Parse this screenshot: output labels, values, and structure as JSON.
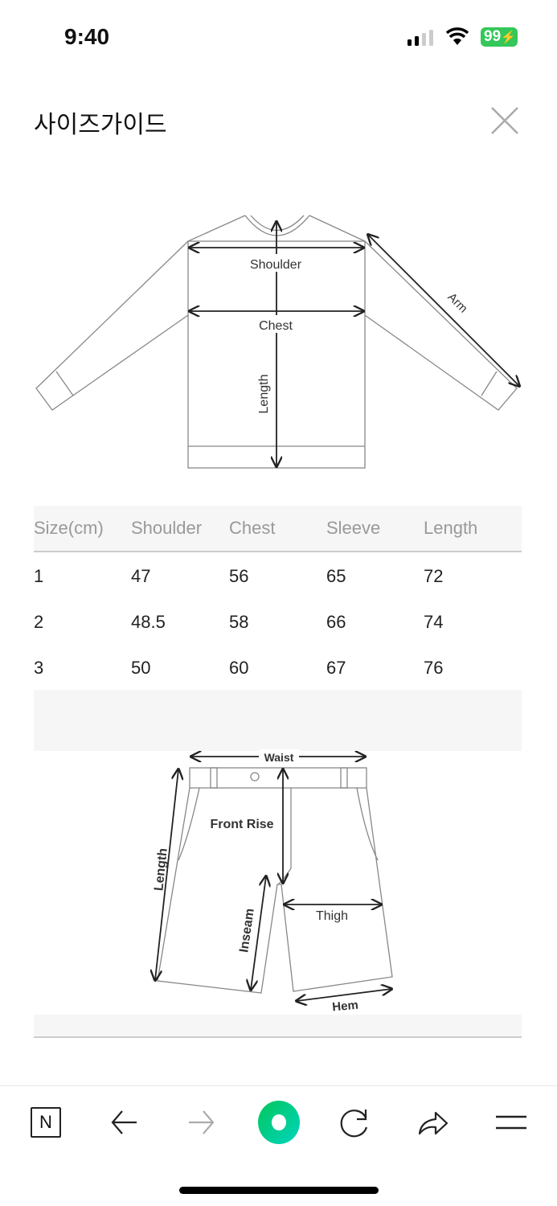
{
  "status_bar": {
    "time": "9:40",
    "battery": "99"
  },
  "header": {
    "title": "사이즈가이드"
  },
  "top_diagram": {
    "labels": {
      "shoulder": "Shoulder",
      "chest": "Chest",
      "length": "Length",
      "arm": "Arm"
    }
  },
  "size_table": {
    "columns": [
      "Size(cm)",
      "Shoulder",
      "Chest",
      "Sleeve",
      "Length"
    ],
    "rows": [
      [
        "1",
        "47",
        "56",
        "65",
        "72"
      ],
      [
        "2",
        "48.5",
        "58",
        "66",
        "74"
      ],
      [
        "3",
        "50",
        "60",
        "67",
        "76"
      ]
    ]
  },
  "bottom_diagram": {
    "labels": {
      "waist": "Waist",
      "front_rise": "Front Rise",
      "length": "Length",
      "inseam": "Inseam",
      "thigh": "Thigh",
      "hem": "Hem"
    }
  },
  "toolbar": {
    "naver_label": "N"
  },
  "colors": {
    "battery": "#34c759",
    "accent": "#03c75a"
  }
}
